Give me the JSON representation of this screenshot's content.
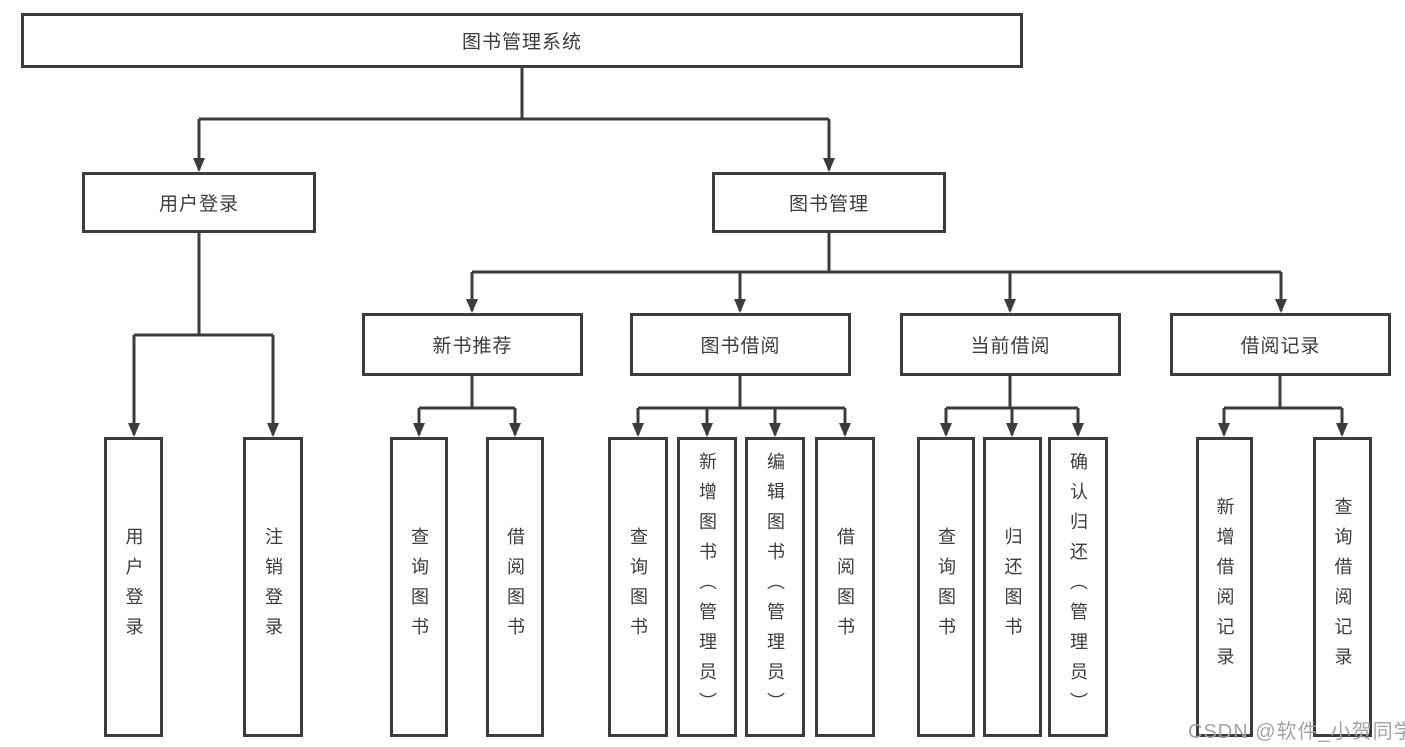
{
  "diagram_type": "tree",
  "root": {
    "label": "图书管理系统"
  },
  "branches": [
    {
      "label": "用户登录",
      "children": [
        {
          "label": "用户登录"
        },
        {
          "label": "注销登录"
        }
      ]
    },
    {
      "label": "图书管理",
      "children": [
        {
          "label": "新书推荐",
          "children": [
            {
              "label": "查询图书"
            },
            {
              "label": "借阅图书"
            }
          ]
        },
        {
          "label": "图书借阅",
          "children": [
            {
              "label": "查询图书"
            },
            {
              "label": "新增图书（管理员）"
            },
            {
              "label": "编辑图书（管理员）"
            },
            {
              "label": "借阅图书"
            }
          ]
        },
        {
          "label": "当前借阅",
          "children": [
            {
              "label": "查询图书"
            },
            {
              "label": "归还图书"
            },
            {
              "label": "确认归还（管理员）"
            }
          ]
        },
        {
          "label": "借阅记录",
          "children": [
            {
              "label": "新增借阅记录"
            },
            {
              "label": "查询借阅记录"
            }
          ]
        }
      ]
    }
  ],
  "watermark": {
    "text": "CSDN @软件_小贺同学"
  },
  "colors": {
    "line": "#3c3c3c",
    "box_border": "#3c3c3c",
    "text": "#3c3c3c",
    "watermark": "#a2a2ac",
    "background": "#ffffff"
  }
}
